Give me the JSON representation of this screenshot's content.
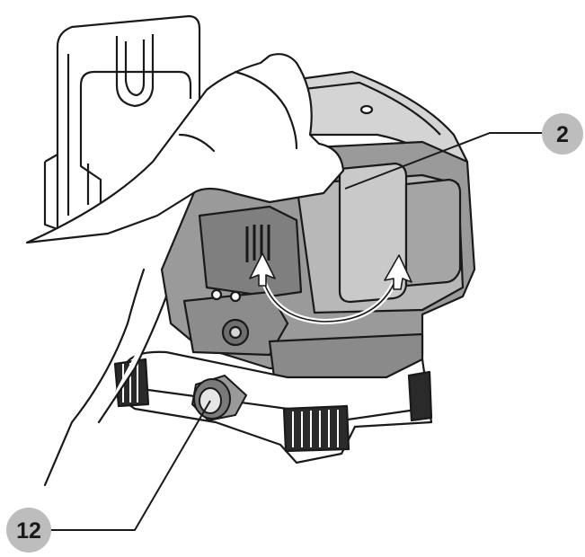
{
  "callouts": [
    {
      "id": "callout-2",
      "label": "2"
    },
    {
      "id": "callout-12",
      "label": "12"
    }
  ],
  "colors": {
    "callout_fill": "#bdbdbd",
    "line": "#1a1a1a",
    "shade_dark": "#8a8a8a",
    "shade_mid": "#a9a9a9",
    "shade_light": "#d4d4d4",
    "paper": "#ffffff"
  }
}
